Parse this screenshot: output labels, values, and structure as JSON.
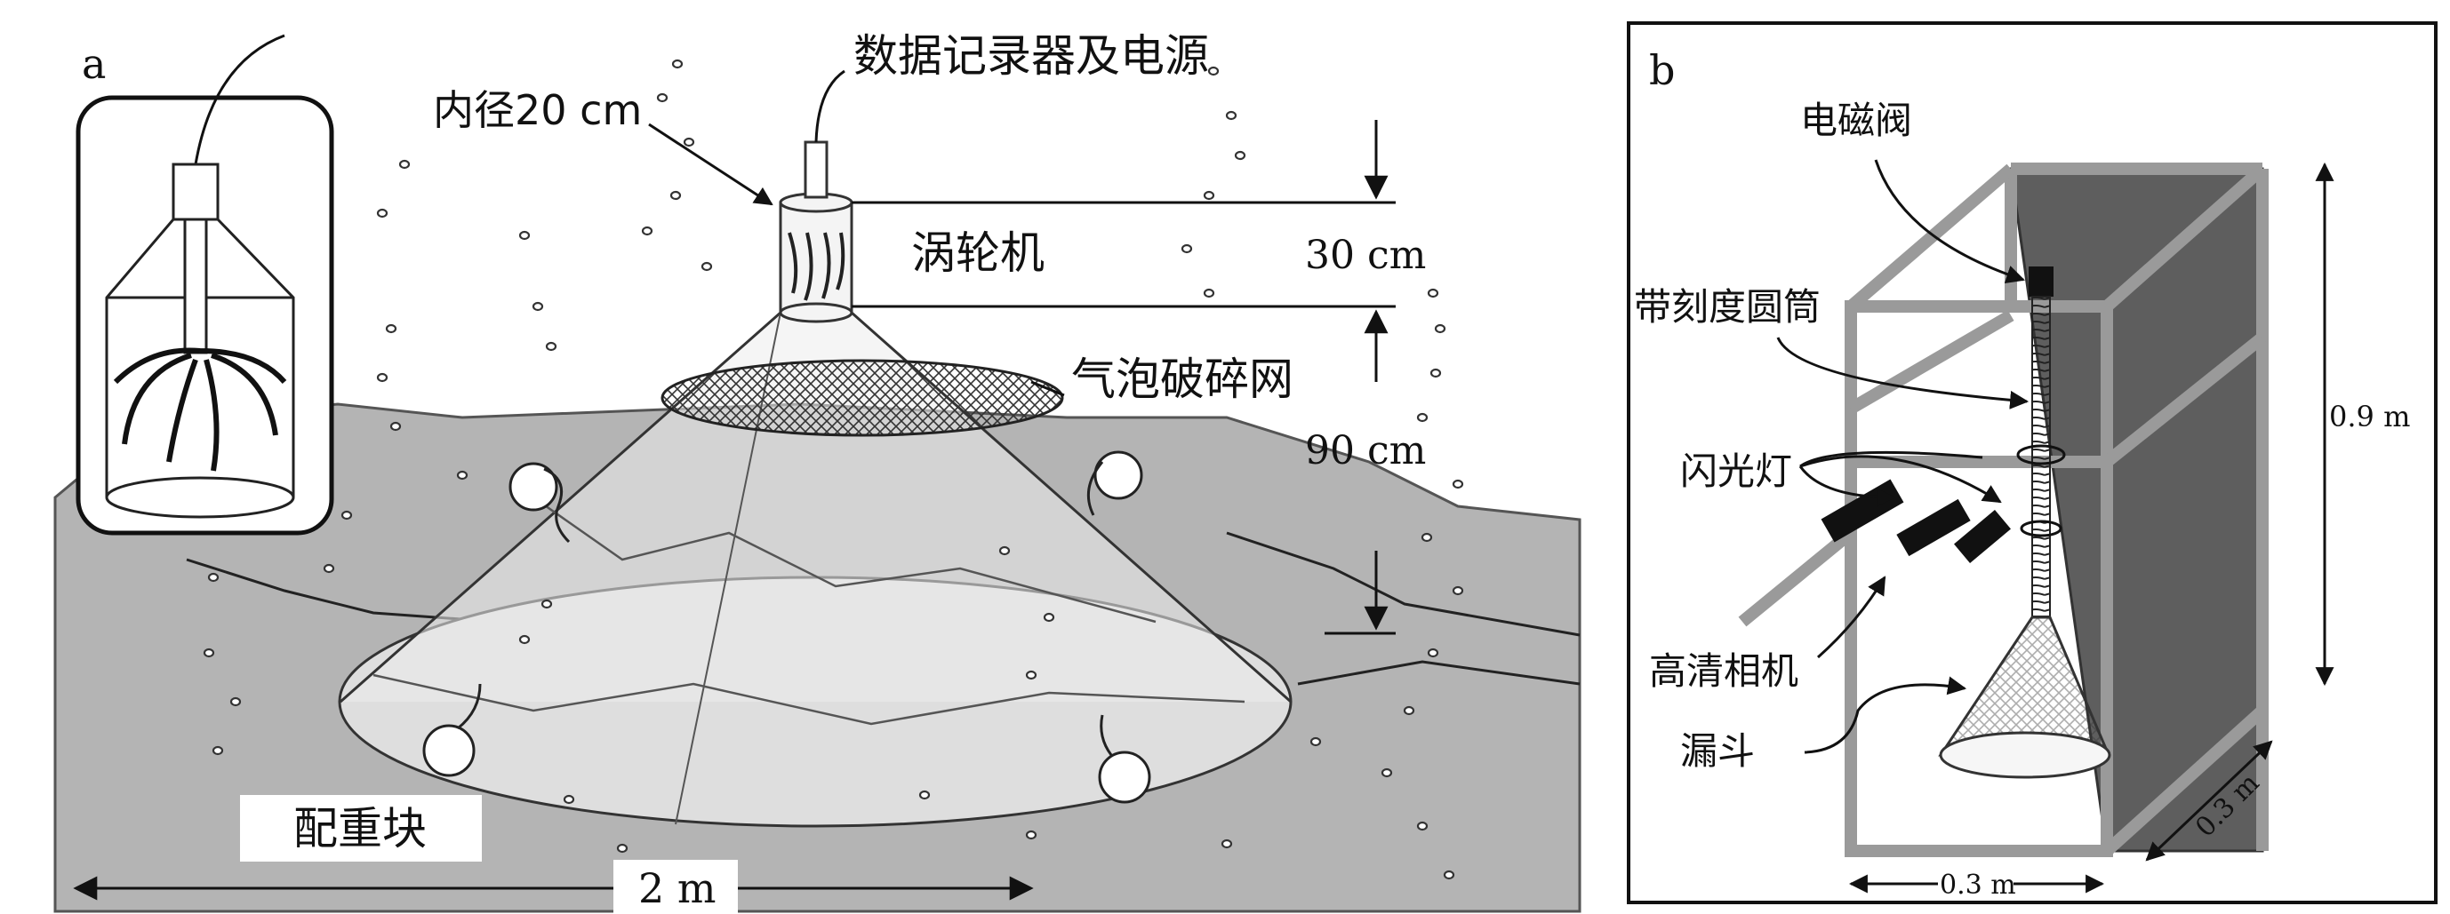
{
  "panel_a": {
    "letter": "a",
    "labels": {
      "logger": "数据记录器及电源",
      "inner_diameter": "内径20 cm",
      "turbine": "涡轮机",
      "height_30": "30 cm",
      "bubble_mesh": "气泡破碎网",
      "height_90": "90 cm",
      "weights": "配重块",
      "width_2m": "2 m"
    }
  },
  "panel_b": {
    "letter": "b",
    "labels": {
      "valve": "电磁阀",
      "graduated_tube": "带刻度圆筒",
      "flash": "闪光灯",
      "camera": "高清相机",
      "funnel": "漏斗",
      "height": "0.9 m",
      "depth": "0.3 m",
      "width": "0.3 m"
    }
  },
  "colors": {
    "seabed": "#b4b4b4",
    "panel_back": "#5e5e5e",
    "frame": "#bdbdbd",
    "ink": "#111111"
  }
}
